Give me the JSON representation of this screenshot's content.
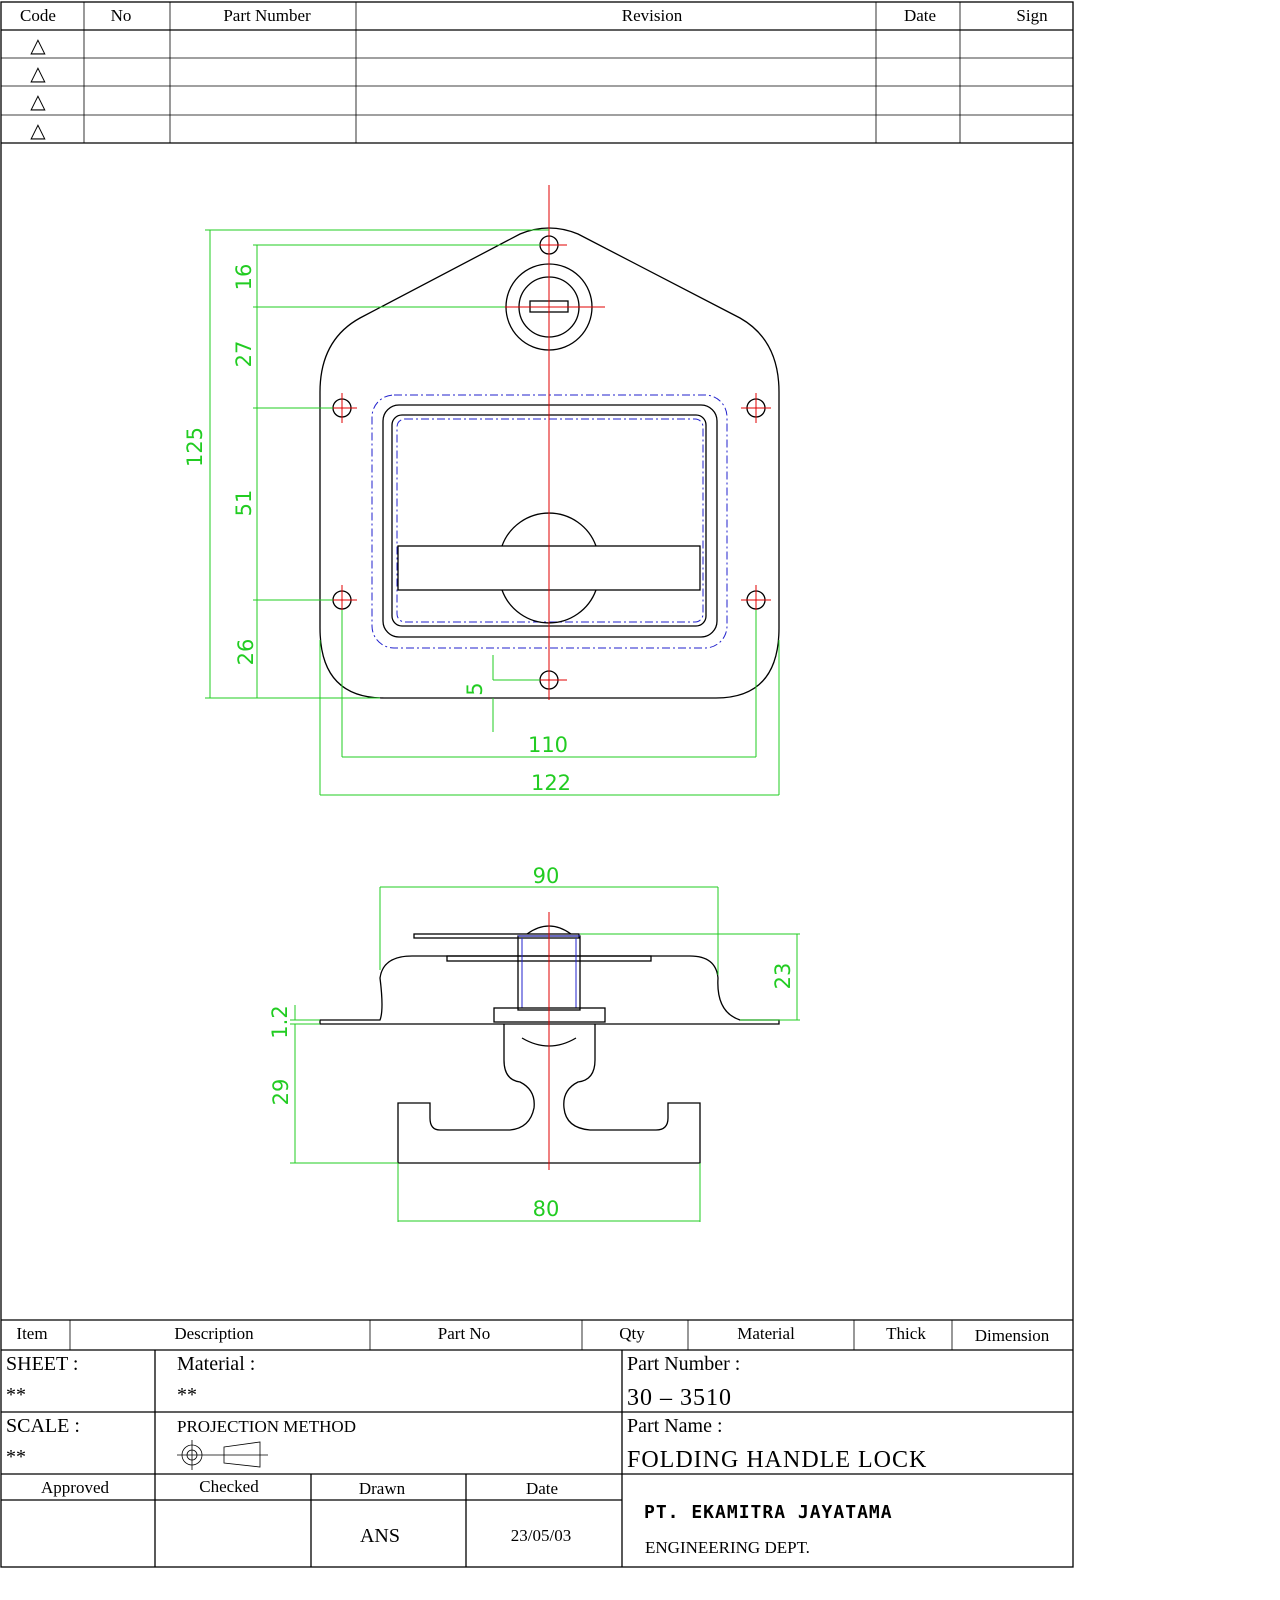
{
  "revision_table": {
    "headers": [
      "Code",
      "No",
      "Part Number",
      "Revision",
      "Date",
      "Sign"
    ],
    "rows": [
      {
        "code": "△"
      },
      {
        "code": "△"
      },
      {
        "code": "△"
      },
      {
        "code": "△"
      }
    ]
  },
  "dimensions": {
    "top_view": {
      "d16": "16",
      "d27": "27",
      "d51": "51",
      "d26": "26",
      "d125": "125",
      "d5": "5",
      "d110": "110",
      "d122": "122"
    },
    "side_view": {
      "d90": "90",
      "d23": "23",
      "d1_2": "1.2",
      "d29": "29",
      "d80": "80"
    }
  },
  "parts_list": {
    "headers": [
      "Item",
      "Description",
      "Part No",
      "Qty",
      "Material",
      "Thick",
      "Dimension"
    ]
  },
  "title_block": {
    "sheet_label": "SHEET :",
    "sheet_value": "**",
    "material_label": "Material :",
    "material_value": "**",
    "part_number_label": "Part Number :",
    "part_number_value": "30  –  3510",
    "scale_label": "SCALE :",
    "scale_value": "**",
    "projection_label": "PROJECTION METHOD",
    "part_name_label": "Part Name :",
    "part_name_value": "FOLDING HANDLE LOCK",
    "approved_label": "Approved",
    "checked_label": "Checked",
    "drawn_label": "Drawn",
    "date_label": "Date",
    "drawn_value": "ANS",
    "date_value": "23/05/03",
    "company": "PT. EKAMITRA JAYATAMA",
    "department": "ENGINEERING DEPT."
  }
}
